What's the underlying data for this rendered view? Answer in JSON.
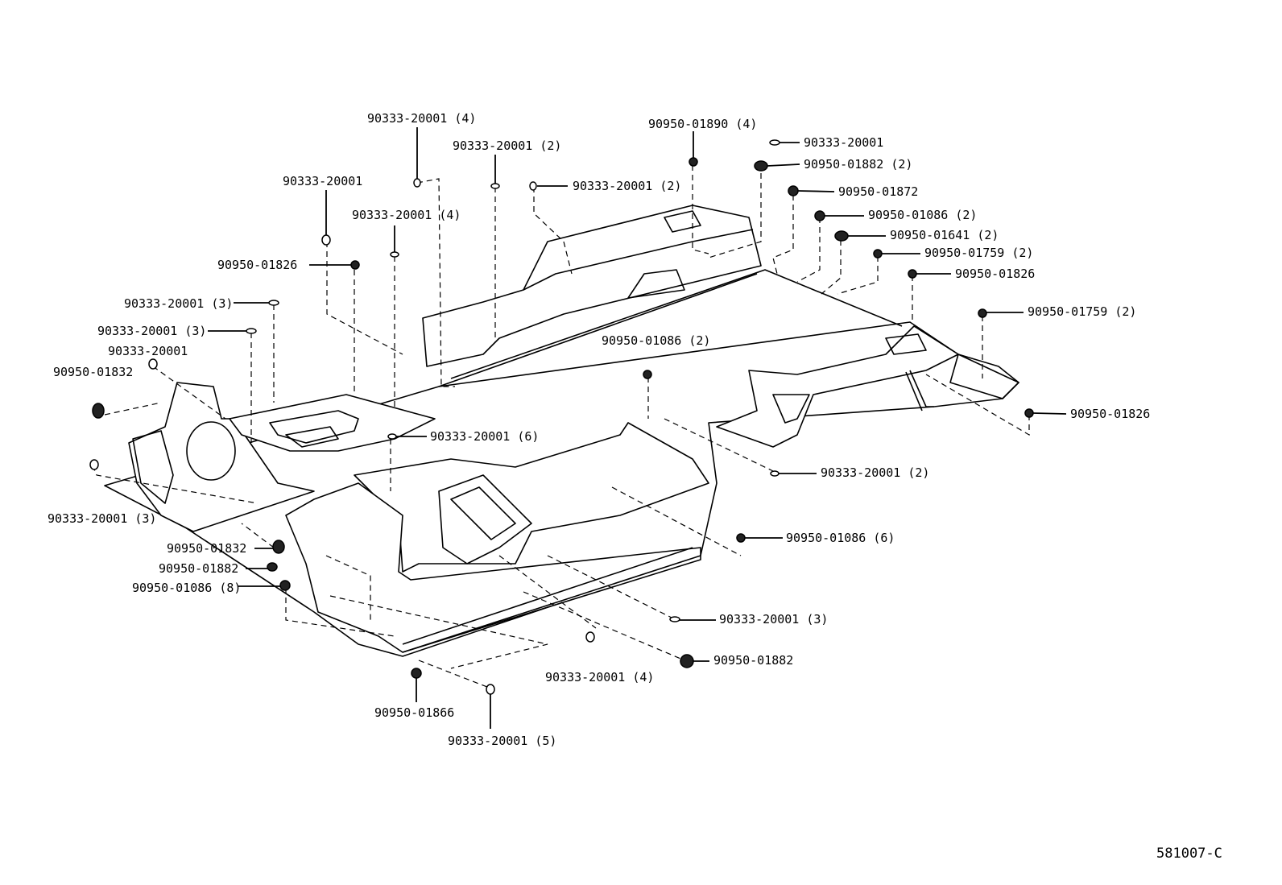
{
  "figure_code": "581007-C",
  "labels": [
    {
      "id": "l1",
      "text": "90333-20001 (4)"
    },
    {
      "id": "l2",
      "text": "90333-20001 (2)"
    },
    {
      "id": "l3",
      "text": "90333-20001 (2)"
    },
    {
      "id": "l4",
      "text": "90950-01890 (4)"
    },
    {
      "id": "l5",
      "text": "90333-20001"
    },
    {
      "id": "l6",
      "text": "90950-01882 (2)"
    },
    {
      "id": "l7",
      "text": "90950-01872"
    },
    {
      "id": "l8",
      "text": "90950-01086 (2)"
    },
    {
      "id": "l9",
      "text": "90950-01641 (2)"
    },
    {
      "id": "l10",
      "text": "90950-01759 (2)"
    },
    {
      "id": "l11",
      "text": "90950-01826"
    },
    {
      "id": "l12",
      "text": "90950-01759 (2)"
    },
    {
      "id": "l13",
      "text": "90333-20001"
    },
    {
      "id": "l14",
      "text": "90333-20001 (4)"
    },
    {
      "id": "l15",
      "text": "90950-01826"
    },
    {
      "id": "l16",
      "text": "90333-20001 (3)"
    },
    {
      "id": "l17",
      "text": "90333-20001 (3)"
    },
    {
      "id": "l18",
      "text": "90333-20001"
    },
    {
      "id": "l19",
      "text": "90950-01832"
    },
    {
      "id": "l20",
      "text": "90950-01086 (2)"
    },
    {
      "id": "l21",
      "text": "90950-01826"
    },
    {
      "id": "l22",
      "text": "90333-20001 (6)"
    },
    {
      "id": "l23",
      "text": "90333-20001 (2)"
    },
    {
      "id": "l24",
      "text": "90333-20001 (3)"
    },
    {
      "id": "l25",
      "text": "90950-01086 (6)"
    },
    {
      "id": "l26",
      "text": "90950-01832"
    },
    {
      "id": "l27",
      "text": "90950-01882"
    },
    {
      "id": "l28",
      "text": "90950-01086 (8)"
    },
    {
      "id": "l29",
      "text": "90333-20001 (3)"
    },
    {
      "id": "l30",
      "text": "90950-01882"
    },
    {
      "id": "l31",
      "text": "90333-20001 (4)"
    },
    {
      "id": "l32",
      "text": "90950-01866"
    },
    {
      "id": "l33",
      "text": "90333-20001 (5)"
    }
  ]
}
